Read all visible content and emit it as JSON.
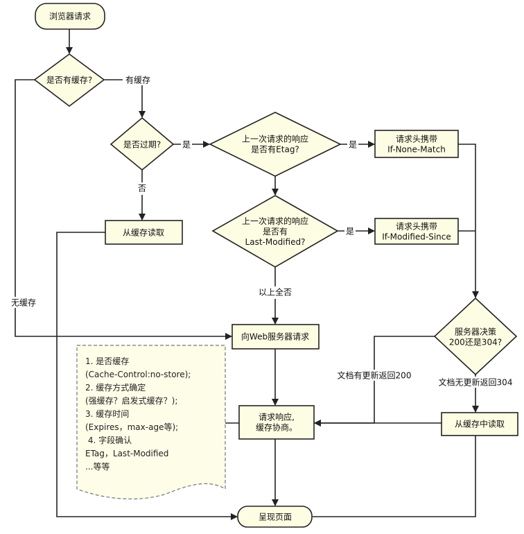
{
  "nodes": {
    "start": "浏览器请求",
    "has_cache": "是否有缓存?",
    "expired": "是否过期?",
    "read_cache": "从缓存读取",
    "etag_q": [
      "上一次请求的响应",
      "是否有Etag?"
    ],
    "lastmod_q": [
      "上一次请求的响应",
      "是否有",
      "Last-Modified?"
    ],
    "if_none_match": [
      "请求头携带",
      "If-None-Match"
    ],
    "if_modified_since": [
      "请求头携带",
      "If-Modified-Since"
    ],
    "web_request": "向Web服务器请求",
    "server_decision": [
      "服务器决策",
      "200还是304?"
    ],
    "response": [
      "请求响应,",
      "缓存协商。"
    ],
    "read_from_cache": "从缓存中读取",
    "render": "呈现页面"
  },
  "edge_labels": {
    "has_cache_yes": "有缓存",
    "no_cache": "无缓存",
    "expired_yes": "是",
    "expired_no": "否",
    "etag_yes": "是",
    "lastmod_yes": "是",
    "all_no": "以上全否",
    "updated_200": "文档有更新返回200",
    "not_updated_304": "文档无更新返回304"
  },
  "note": [
    "1. 是否缓存",
    "(Cache-Control:no-store);",
    "2. 缓存方式确定",
    "(强缓存？启发式缓存？);",
    "3. 缓存时间",
    "(Expires，max-age等);",
    " 4. 字段确认",
    "ETag，Last-Modified",
    "...等等"
  ],
  "colors": {
    "node_fill": "#fdfde3",
    "stroke": "#222222"
  }
}
